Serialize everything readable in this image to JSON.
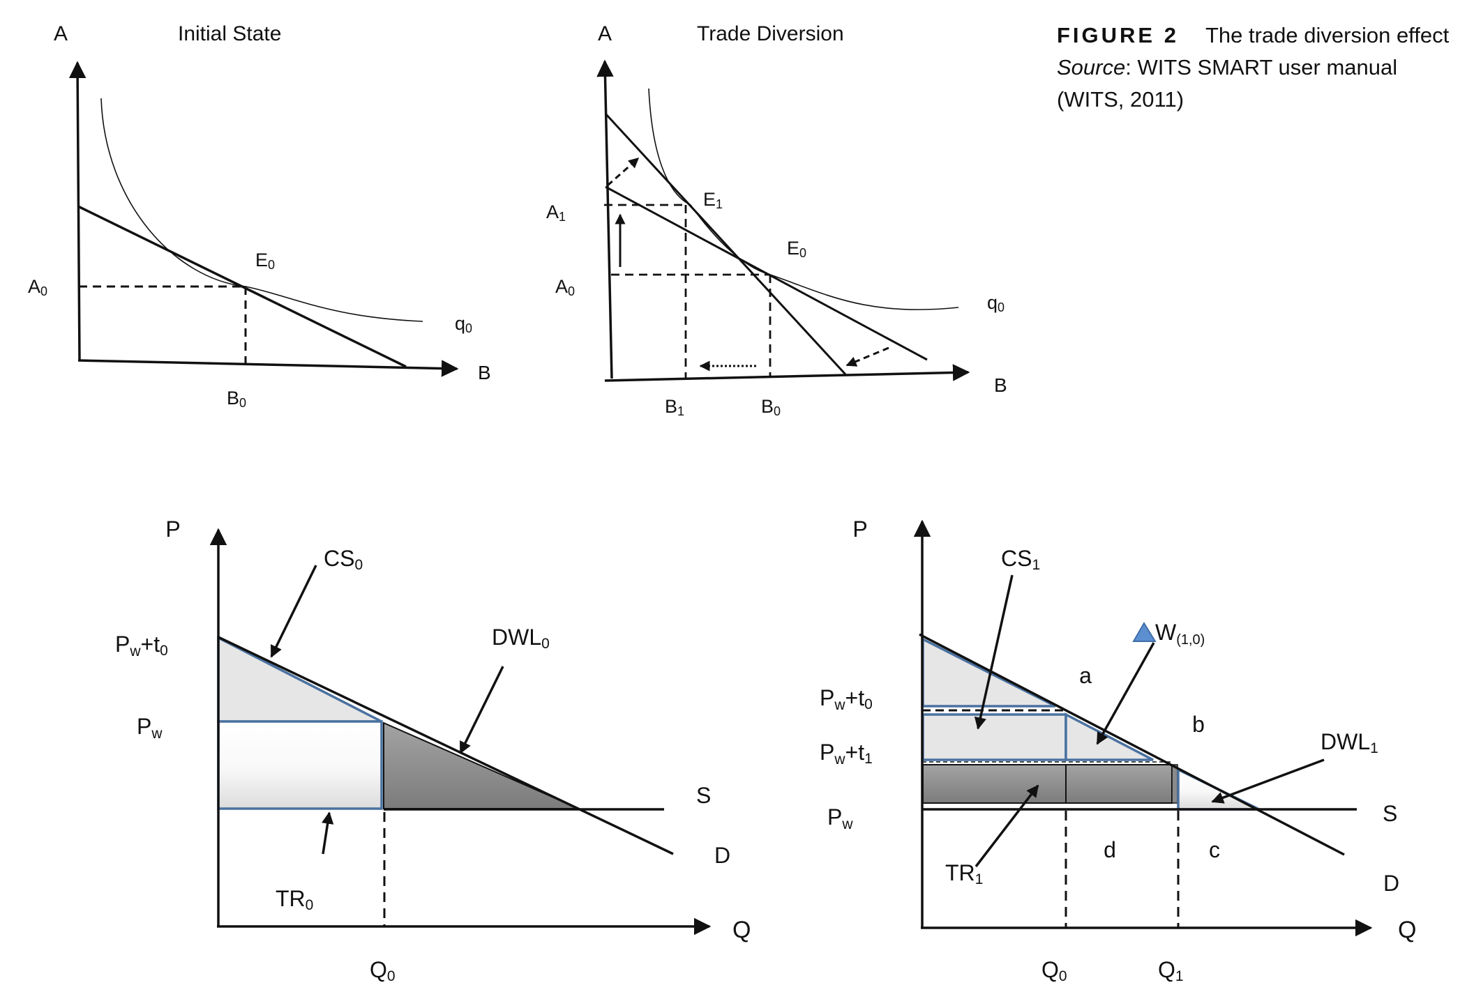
{
  "caption": {
    "figure_number": "FIGURE 2",
    "title": "The trade diversion effect",
    "source_label": "Source",
    "source_text": ": WITS SMART user manual",
    "source_citation": "(WITS, 2011)"
  },
  "colors": {
    "line": "#111111",
    "area_outline_blue": "#4a72a0",
    "light_fill": "#e6e6e6",
    "dark_fill_top": "#a3a3a3",
    "dark_fill_bottom": "#7c7c7c",
    "marker_blue": "#5b8fd0"
  },
  "panels": {
    "initial_state": {
      "title": "Initial State",
      "y_axis": "A",
      "x_axis": "B",
      "equilibrium": "E",
      "equilibrium_sub": "0",
      "y_tick": "A",
      "y_tick_sub": "0",
      "x_tick": "B",
      "x_tick_sub": "0",
      "curve": "q",
      "curve_sub": "0"
    },
    "trade_diversion": {
      "title": "Trade Diversion",
      "y_axis": "A",
      "x_axis": "B",
      "eq1": "E",
      "eq1_sub": "1",
      "eq0": "E",
      "eq0_sub": "0",
      "y_tick1": "A",
      "y_tick1_sub": "1",
      "y_tick0": "A",
      "y_tick0_sub": "0",
      "x_tick1": "B",
      "x_tick1_sub": "1",
      "x_tick0": "B",
      "x_tick0_sub": "0",
      "curve": "q",
      "curve_sub": "0"
    },
    "tariff_before": {
      "y_axis": "P",
      "x_axis": "Q",
      "price_high": "P",
      "price_high_sub": "w",
      "price_high_rest": "+t",
      "price_high_rest_sub": "0",
      "price_world": "P",
      "price_world_sub": "w",
      "supply": "S",
      "demand": "D",
      "q_tick": "Q",
      "q_tick_sub": "0",
      "cs": "CS",
      "cs_sub": "0",
      "dwl": "DWL",
      "dwl_sub": "0",
      "tr": "TR",
      "tr_sub": "0"
    },
    "tariff_after": {
      "y_axis": "P",
      "x_axis": "Q",
      "price_t0": "P",
      "price_t0_sub": "w",
      "price_t0_rest": "+t",
      "price_t0_rest_sub": "0",
      "price_t1": "P",
      "price_t1_sub": "w",
      "price_t1_rest": "+t",
      "price_t1_rest_sub": "1",
      "price_world": "P",
      "price_world_sub": "w",
      "supply": "S",
      "demand": "D",
      "q0": "Q",
      "q0_sub": "0",
      "q1": "Q",
      "q1_sub": "1",
      "cs": "CS",
      "cs_sub": "1",
      "welfare": "W",
      "welfare_sub": "(1,0)",
      "dwl": "DWL",
      "dwl_sub": "1",
      "tr": "TR",
      "tr_sub": "1",
      "region_a": "a",
      "region_b": "b",
      "region_c": "c",
      "region_d": "d"
    }
  }
}
